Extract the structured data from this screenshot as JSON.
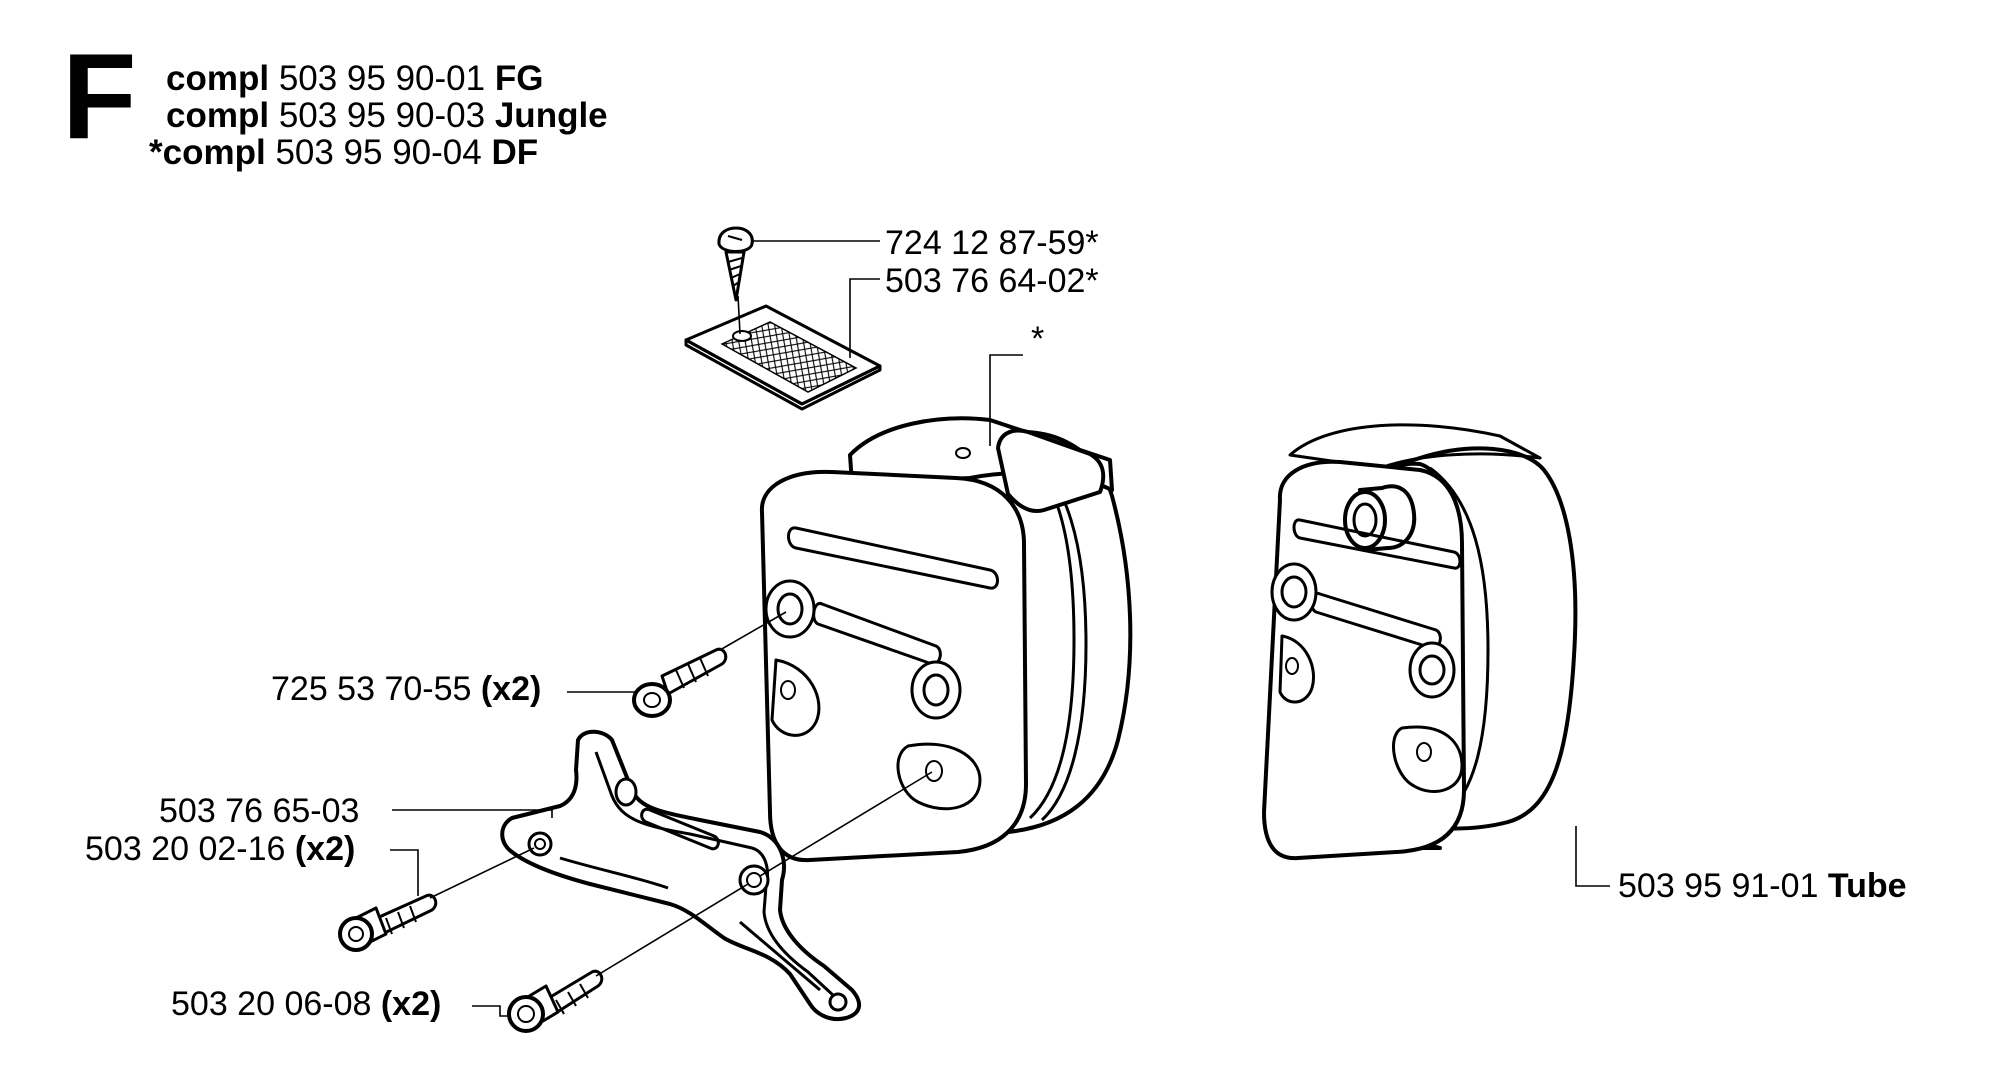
{
  "diagram": {
    "section_letter": "F",
    "header": [
      {
        "prefix": "compl",
        "number": "503 95 90-01",
        "suffix": "FG"
      },
      {
        "prefix": "compl",
        "number": "503 95 90-03",
        "suffix": "Jungle"
      },
      {
        "prefix": "*compl",
        "number": "503 95 90-04",
        "suffix": "DF"
      }
    ],
    "parts": [
      {
        "number": "724 12 87-59*",
        "qty": ""
      },
      {
        "number": "503 76 64-02*",
        "qty": ""
      },
      {
        "number": "*",
        "qty": ""
      },
      {
        "number": "725 53 70-55",
        "qty": "(x2)"
      },
      {
        "number": "503 76 65-03",
        "qty": ""
      },
      {
        "number": "503 20 02-16",
        "qty": "(x2)"
      },
      {
        "number": "503 20 06-08",
        "qty": "(x2)"
      },
      {
        "number": "503 95 91-01",
        "qty": "Tube"
      }
    ]
  }
}
